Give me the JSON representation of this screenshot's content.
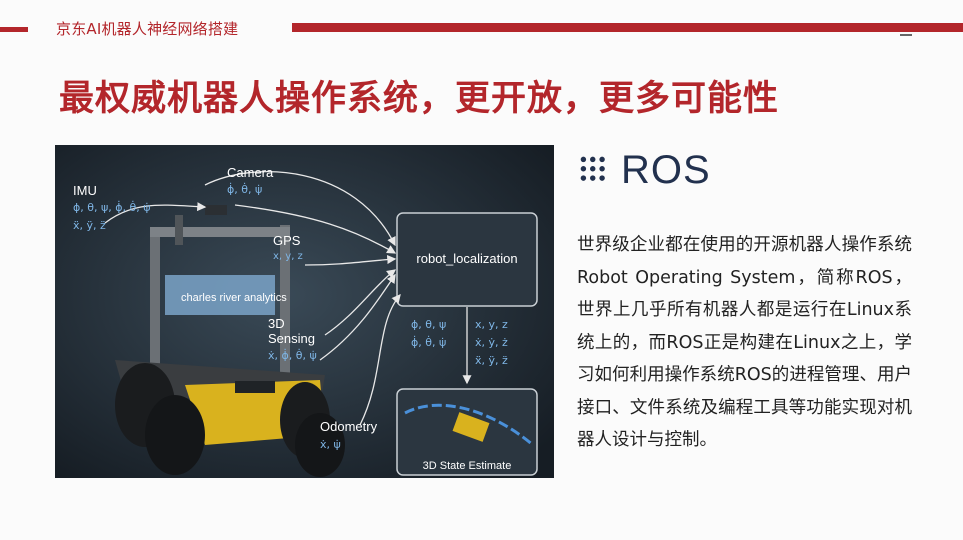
{
  "header": {
    "section_label": "京东AI机器人神经网络搭建",
    "title": "最权威机器人操作系统，更开放，更多可能性"
  },
  "figure": {
    "labels": {
      "imu": "IMU",
      "imu_sym1": "ɸ, θ, ψ, ɸ̇, θ̇, ψ̇",
      "imu_sym2": "ẍ, ÿ, z̈",
      "camera": "Camera",
      "camera_sym": "ɸ̇, θ̇, ψ̇",
      "gps": "GPS",
      "gps_sym": "x, y, z",
      "sensing": "3D\nSensing",
      "sensing_line1": "3D",
      "sensing_line2": "Sensing",
      "sensing_sym": "ẋ, ɸ̇, θ̇, ψ̇",
      "localization": "robot_localization",
      "out_sym1": "ɸ, θ, ψ",
      "out_sym2": "ɸ̇, θ̇, ψ̇",
      "out_sym3": "x, y, z",
      "out_sym4": "ẋ, ẏ, ż",
      "out_sym5": "ẍ, ÿ, z̈",
      "odometry": "Odometry",
      "odometry_sym": "ẋ, ψ̇",
      "state": "3D State Estimate",
      "banner": "charles river analytics"
    }
  },
  "ros": {
    "logo_text": "ROS"
  },
  "description": "世界级企业都在使用的开源机器人操作系统Robot Operating System，简称ROS，世界上几乎所有机器人都是运行在Linux系统上的，而ROS正是构建在Linux之上，学习如何利用操作系统ROS的进程管理、用户接口、文件系统及编程工具等功能实现对机器人设计与控制。",
  "colors": {
    "accent": "#b3262b",
    "figure_bg": "#202a33",
    "ros_blue": "#22314e",
    "symbol_blue": "#7fb6e6"
  }
}
